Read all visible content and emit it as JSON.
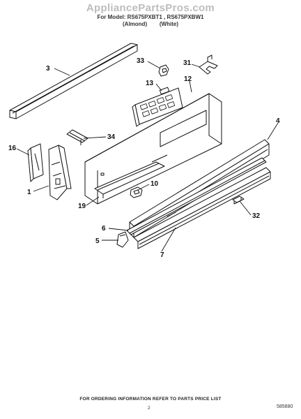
{
  "header": {
    "watermark": "AppliancePartsPros.com",
    "model_line": "For Model: RS675PXBT1 , RS675PXBW1",
    "color_line": "(Almond)        (White)"
  },
  "callouts": [
    "3",
    "33",
    "31",
    "13",
    "12",
    "4",
    "34",
    "16",
    "1",
    "10",
    "19",
    "32",
    "6",
    "5",
    "7"
  ],
  "footer": {
    "ordering_text": "FOR ORDERING INFORMATION REFER TO PARTS PRICE LIST",
    "page_number": "2",
    "doc_code": "585880"
  }
}
